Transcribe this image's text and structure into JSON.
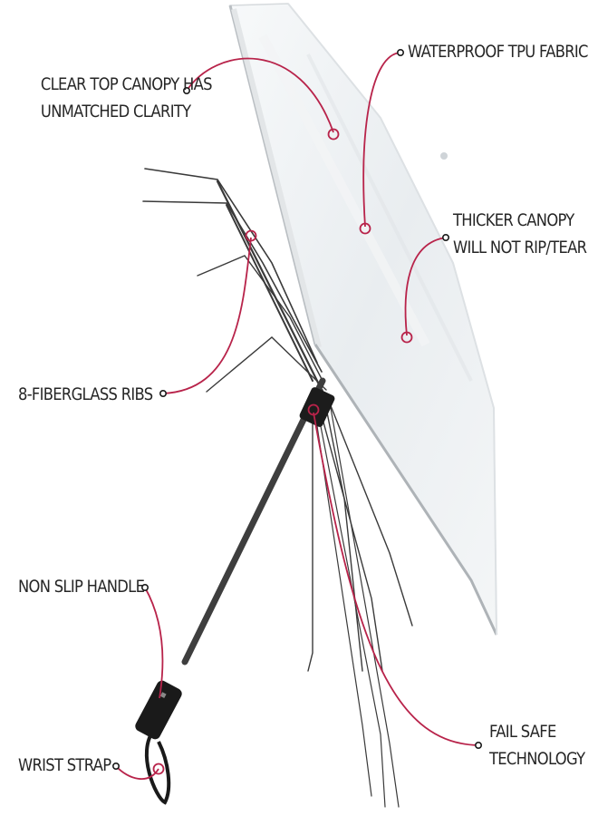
{
  "callouts": {
    "clear_top": [
      "CLEAR TOP CANOPY HAS",
      "UNMATCHED CLARITY"
    ],
    "waterproof": [
      "WATERPROOF TPU FABRIC"
    ],
    "thicker": [
      "THICKER CANOPY",
      "WILL NOT RIP/TEAR"
    ],
    "ribs": [
      "8-FIBERGLASS RIBS"
    ],
    "handle": [
      "NON SLIP HANDLE"
    ],
    "fail_safe": [
      "FAIL SAFE",
      "TECHNOLOGY"
    ],
    "wrist_strap": [
      "WRIST STRAP"
    ]
  },
  "colors": {
    "accent": "#b8234a",
    "text": "#262626",
    "frame": "#3a3a3a",
    "canopy": "#eef1f3"
  }
}
